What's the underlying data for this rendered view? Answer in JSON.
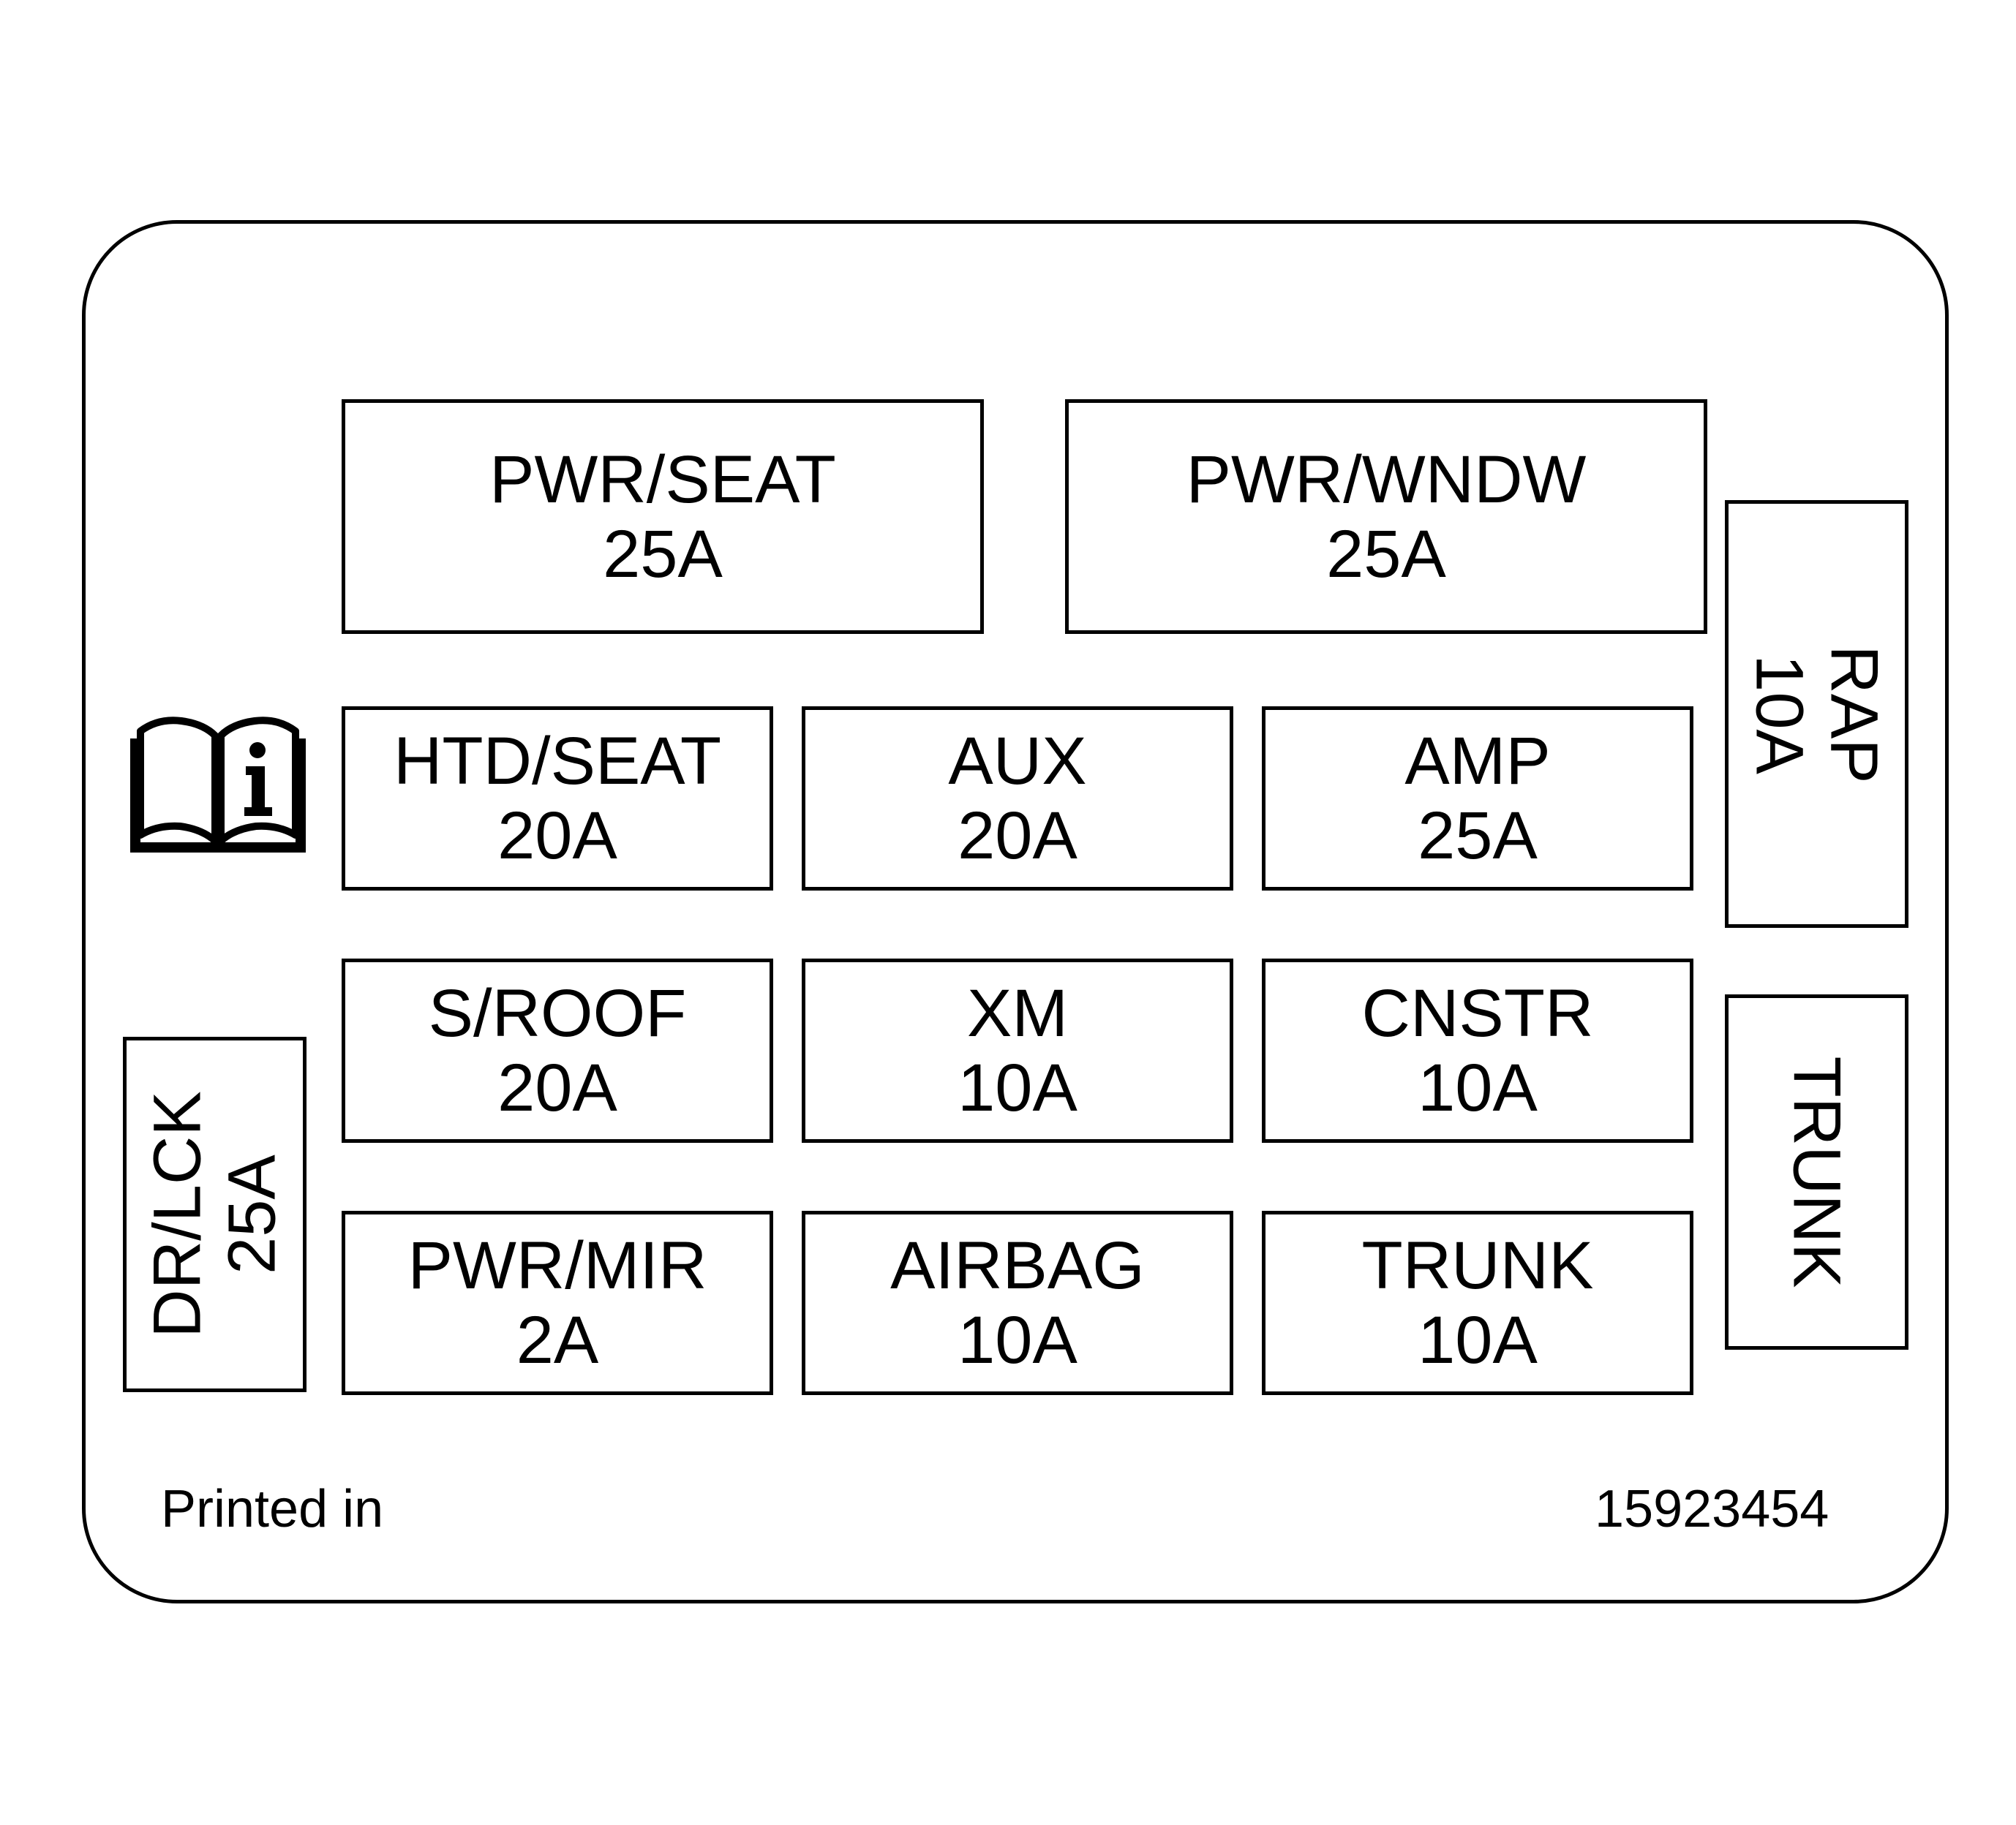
{
  "fuses": {
    "pwr_seat": {
      "name": "PWR/SEAT",
      "rating": "25A"
    },
    "pwr_wndw": {
      "name": "PWR/WNDW",
      "rating": "25A"
    },
    "rap": {
      "name": "RAP",
      "rating": "10A"
    },
    "htd_seat": {
      "name": "HTD/SEAT",
      "rating": "20A"
    },
    "aux": {
      "name": "AUX",
      "rating": "20A"
    },
    "amp": {
      "name": "AMP",
      "rating": "25A"
    },
    "s_roof": {
      "name": "S/ROOF",
      "rating": "20A"
    },
    "xm": {
      "name": "XM",
      "rating": "10A"
    },
    "cnstr": {
      "name": "CNSTR",
      "rating": "10A"
    },
    "trunk_relay": {
      "name": "TRUNK"
    },
    "dr_lck": {
      "name": "DR/LCK",
      "rating": "25A"
    },
    "pwr_mir": {
      "name": "PWR/MIR",
      "rating": "2A"
    },
    "airbag": {
      "name": "AIRBAG",
      "rating": "10A"
    },
    "trunk": {
      "name": "TRUNK",
      "rating": "10A"
    }
  },
  "footer": {
    "printed_in": "Printed in",
    "part_number": "15923454"
  },
  "icons": {
    "manual": "owners-manual-info-icon"
  }
}
